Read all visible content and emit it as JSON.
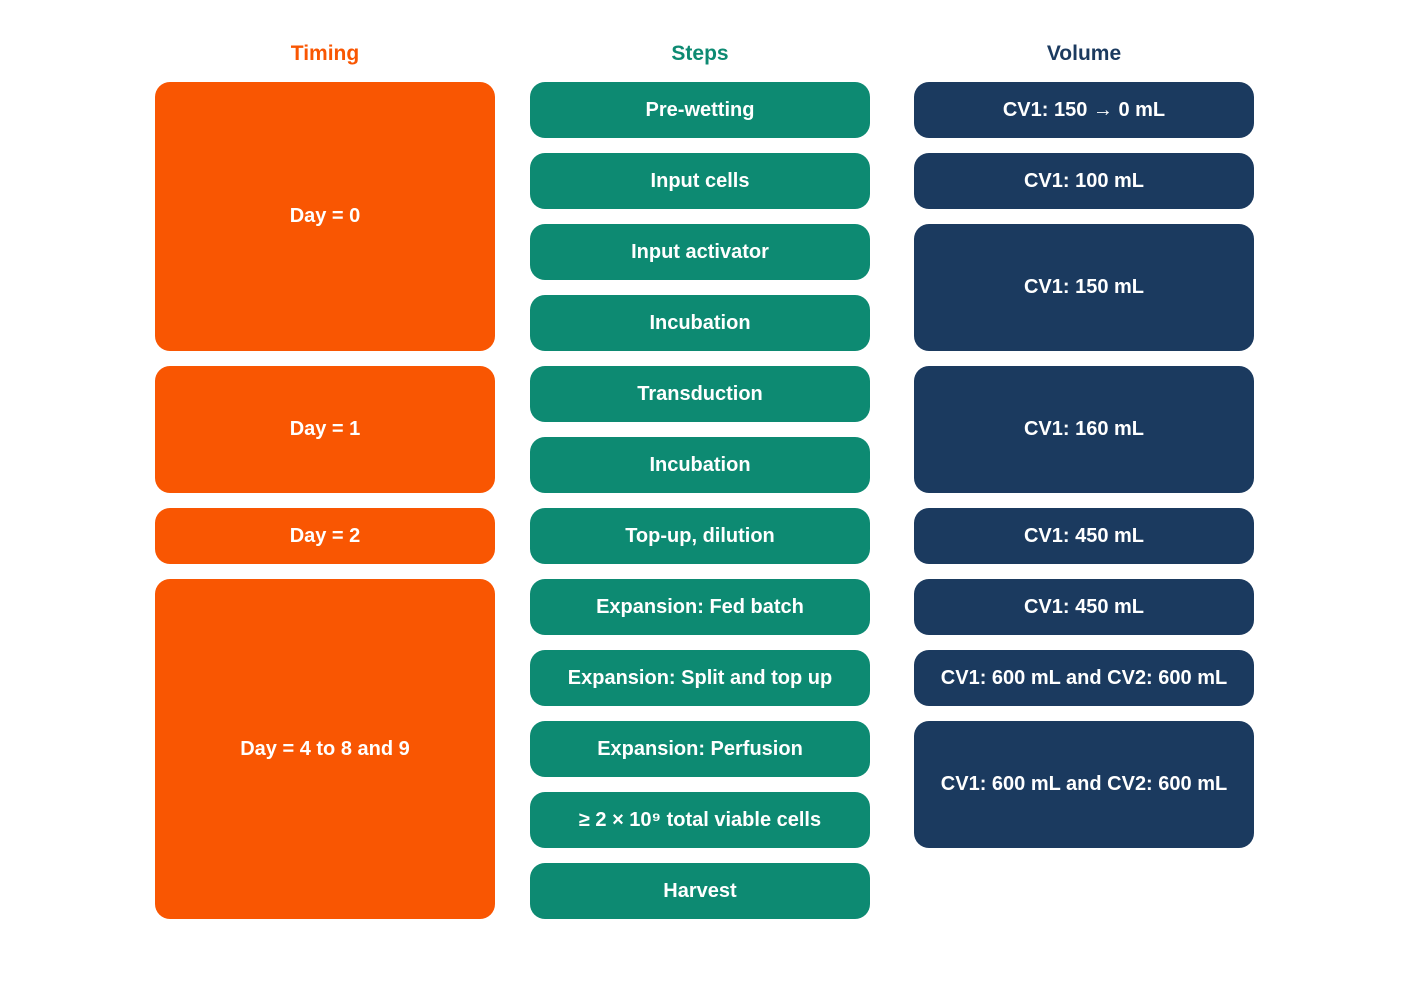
{
  "headers": {
    "timing": "Timing",
    "steps": "Steps",
    "volume": "Volume"
  },
  "colors": {
    "timing": "#F95602",
    "steps": "#0D8A72",
    "volume": "#1B3A5F",
    "text": "#FFFFFF",
    "background": "#FFFFFF"
  },
  "timing": {
    "items": [
      {
        "label": "Day = 0",
        "row_span": 4
      },
      {
        "label": "Day = 1",
        "row_span": 2
      },
      {
        "label": "Day = 2",
        "row_span": 1
      },
      {
        "label": "Day = 4 to 8 and 9",
        "row_span": 5
      }
    ]
  },
  "steps": {
    "items": [
      {
        "label": "Pre-wetting"
      },
      {
        "label": "Input cells"
      },
      {
        "label": "Input activator"
      },
      {
        "label": "Incubation"
      },
      {
        "label": "Transduction"
      },
      {
        "label": "Incubation"
      },
      {
        "label": "Top-up, dilution"
      },
      {
        "label": "Expansion: Fed batch"
      },
      {
        "label": "Expansion: Split and top up"
      },
      {
        "label": "Expansion: Perfusion"
      },
      {
        "label": "≥ 2 × 10⁹ total viable cells"
      },
      {
        "label": "Harvest"
      }
    ]
  },
  "volume": {
    "items": [
      {
        "label": "CV1: 150 → 0 mL",
        "row_span": 1
      },
      {
        "label": "CV1: 100 mL",
        "row_span": 1
      },
      {
        "label": "CV1: 150 mL",
        "row_span": 2
      },
      {
        "label": "CV1: 160 mL",
        "row_span": 2
      },
      {
        "label": "CV1: 450 mL",
        "row_span": 1
      },
      {
        "label": "CV1: 450 mL",
        "row_span": 1
      },
      {
        "label": "CV1: 600 mL and CV2: 600 mL",
        "row_span": 1
      },
      {
        "label": "CV1: 600 mL and CV2: 600 mL",
        "row_span": 2
      }
    ]
  }
}
